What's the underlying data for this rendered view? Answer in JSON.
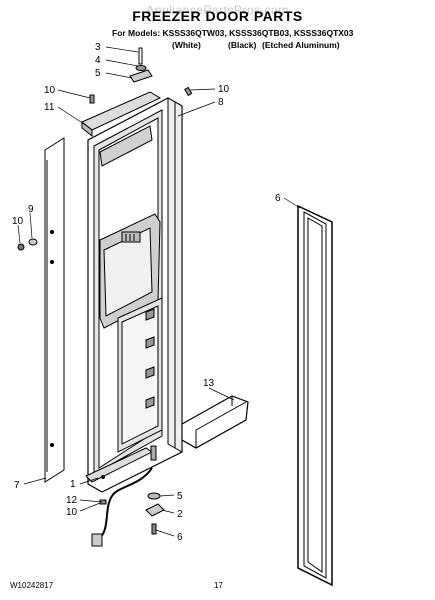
{
  "header": {
    "watermark": "AppliancePartsPros.com",
    "title": "FREEZER DOOR PARTS",
    "models": "For Models: KSSS36QTW03, KSSS36QTB03, KSSS36QTX03",
    "color_white": "(White)",
    "color_black": "(Black)",
    "color_aluminum": "(Etched Aluminum)"
  },
  "callouts": {
    "c3": "3",
    "c4": "4",
    "c5_top": "5",
    "c10_top_left": "10",
    "c11": "11",
    "c10_top_right": "10",
    "c8": "8",
    "c6_right": "6",
    "c9": "9",
    "c10_left": "10",
    "c13": "13",
    "c7": "7",
    "c1": "1",
    "c12": "12",
    "c10_bottom": "10",
    "c5_bottom": "5",
    "c2": "2",
    "c6_bottom": "6"
  },
  "footer": {
    "doc_number": "W10242817",
    "page_number": "17"
  }
}
